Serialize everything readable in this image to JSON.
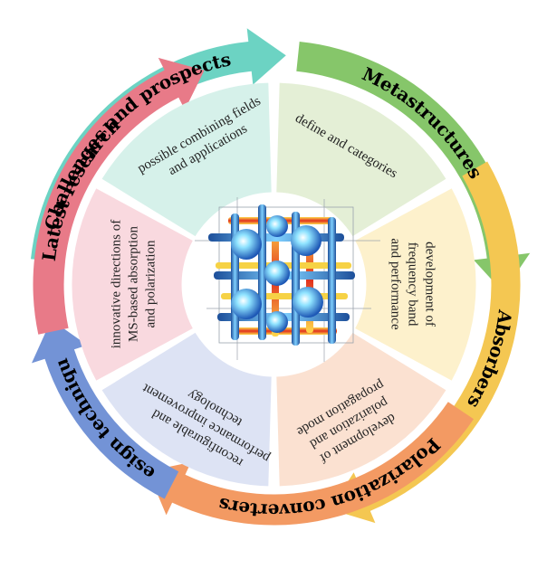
{
  "colors": {
    "challenges": "#6cd3c3",
    "metastructures": "#86c66a",
    "absorbers": "#f4c752",
    "polarization": "#f39a63",
    "design": "#7393d6",
    "latest": "#e87a88",
    "seg_challenges": "#d6f1ea",
    "seg_metastructures": "#e4efd6",
    "seg_absorbers": "#fdf1cc",
    "seg_polarization": "#fbe1d1",
    "seg_design": "#dde3f4",
    "seg_latest": "#f9d9df"
  },
  "outer": {
    "challenges": "Challenges and prospects",
    "metastructures": "Metastructures",
    "absorbers": "Absorbers",
    "polarization": "Polarization converters",
    "design": "Design technique",
    "latest": "Latest research"
  },
  "inner": {
    "challenges": [
      "possible combining fields",
      "and applications"
    ],
    "metastructures": [
      "define and categories"
    ],
    "absorbers": [
      "development of",
      "frequency band",
      "and performance"
    ],
    "polarization": [
      "development of",
      "polarization and",
      "propagation mode"
    ],
    "design": [
      "reconfigurable and",
      "performance improvement",
      "technology"
    ],
    "latest": [
      "innovative directions of",
      "MS-based absorption",
      "and polarization"
    ]
  },
  "center_image": "metastructure-3d-render"
}
